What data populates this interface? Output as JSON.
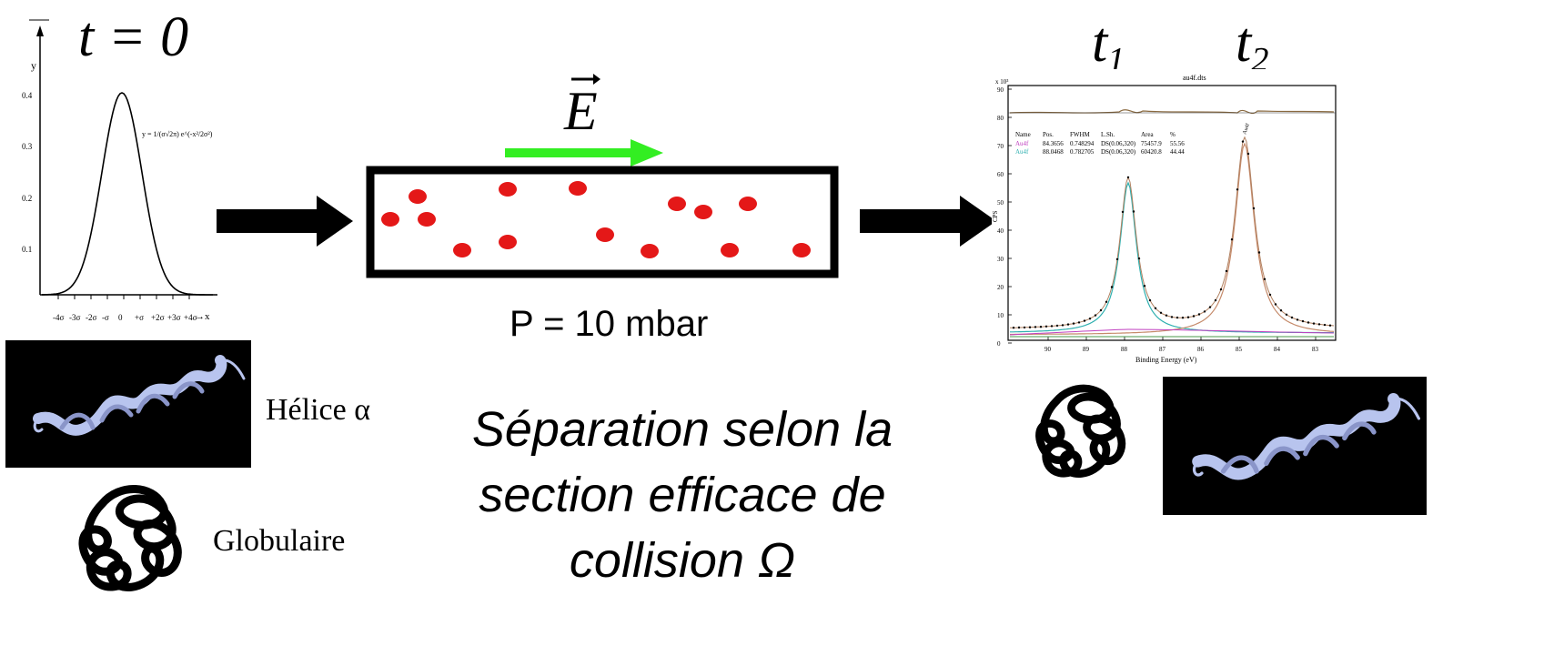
{
  "t0_label": "t = 0",
  "t1_label": "t",
  "t1_sub": "1",
  "t2_label": "t",
  "t2_sub": "2",
  "field_label": "E",
  "pressure_label": "P = 10 mbar",
  "caption_lines": [
    "Séparation selon la",
    "section efficace de",
    "collision Ω"
  ],
  "helix_label": "Hélice α",
  "globular_label": "Globulaire",
  "gaussian_plot": {
    "yaxis_label": "y",
    "xaxis_label": "→x",
    "ytick_labels": [
      "0.4",
      "0.3",
      "0.2",
      "0.1"
    ],
    "xtick_labels": [
      "-4σ",
      "-3σ",
      "-2σ",
      "-σ",
      "0",
      "+σ",
      "+2σ",
      "+3σ",
      "+4σ"
    ],
    "formula": "y = 1/(σ√2π) e^(-x²/2σ²)"
  },
  "spectrum_plot": {
    "title": "au4f.dts",
    "scale_label": "x 10³",
    "ylabel": "CPS",
    "xlabel": "Binding Energy (eV)",
    "ytick_labels": [
      "90",
      "80",
      "70",
      "60",
      "50",
      "40",
      "30",
      "20",
      "10",
      "0"
    ],
    "xtick_labels": [
      "90",
      "89",
      "88",
      "87",
      "86",
      "85",
      "84",
      "83"
    ],
    "peak_annotation": "Au4f",
    "table_headers": [
      "Name",
      "Pos.",
      "FWHM",
      "L.Sh.",
      "Area",
      "%"
    ],
    "table_rows": [
      [
        "Au4f",
        "84.3656",
        "0.748294",
        "DS(0.06,320)",
        "75457.9",
        "55.56"
      ],
      [
        "Au4f",
        "88.0468",
        "0.782705",
        "DS(0.06,320)",
        "60420.8",
        "44.44"
      ]
    ],
    "row_colors": [
      "#c040c0",
      "#30b0b0"
    ]
  },
  "colors": {
    "particle": "#e41818",
    "field_arrow": "#33ee22",
    "ribbon": "#b8c4ee"
  }
}
